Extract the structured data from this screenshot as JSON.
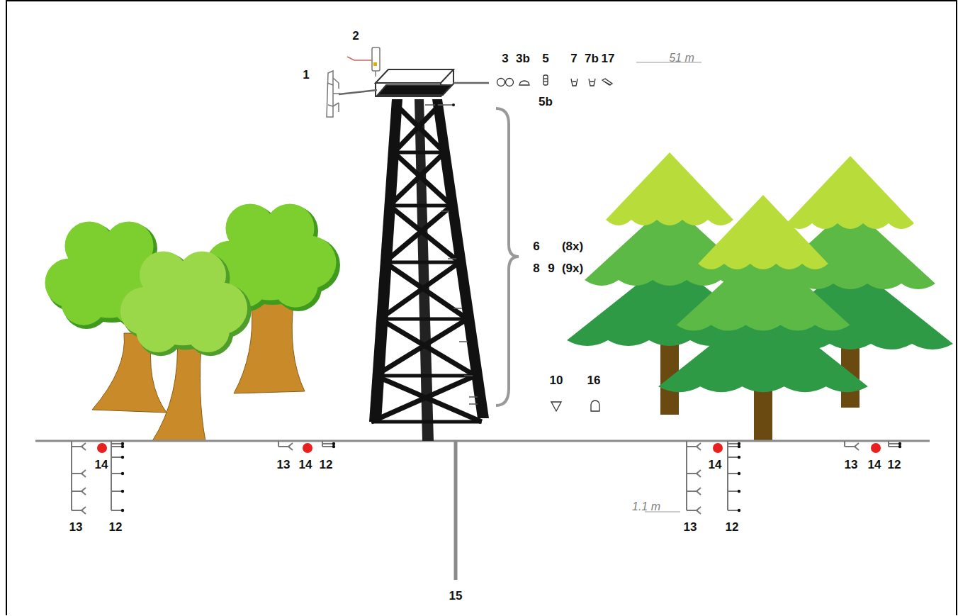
{
  "diagram": {
    "labels": [
      "1",
      "2",
      "3",
      "3b",
      "5",
      "7",
      "7b",
      "17",
      "51 m",
      "5b",
      "6",
      "(8x)",
      "8",
      "9",
      "(9x)",
      "10",
      "16",
      "14",
      "13",
      "12",
      "13",
      "14",
      "12",
      "14",
      "1.1 m",
      "13",
      "12",
      "13",
      "14",
      "12",
      "15"
    ]
  }
}
